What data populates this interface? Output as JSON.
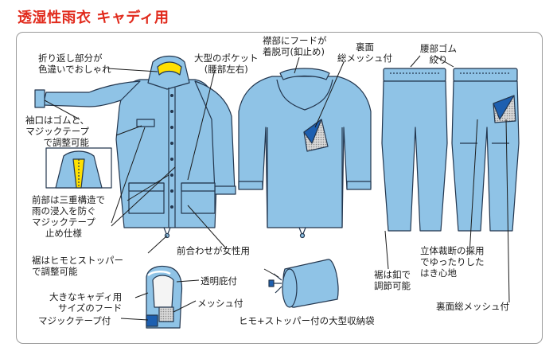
{
  "title": "透湿性雨衣 キャディ用",
  "labels": {
    "collar": "折り返し部分が\n色違いでおしゃれ",
    "pocket": "大型のポケット\n(腰部左右)",
    "hood_neck": "襟部にフードが\n着脱可(釦止め)",
    "back_mesh": "裏面\n総メッシュ付",
    "waist": "腰部ゴム\n絞り",
    "cuff": "袖口はゴムと、\nマジックテープ\nで調整可能",
    "front": "前部は三重構造で\n雨の浸入を防ぐ",
    "velcro_close": "マジックテープ\n止め仕様",
    "hem": "裾はヒモとストッパー\nで調整可能",
    "womens": "前合わせが女性用",
    "hem_button": "裾は釦で\n調節可能",
    "cut": "立体裁断の採用\nでゆったりした\nはき心地",
    "pants_mesh": "裏面総メッシュ付",
    "visor": "透明庇付",
    "big_hood": "大きなキャディ用\nサイズのフード",
    "mesh": "メッシュ付",
    "velcro": "マジックテープ付",
    "bag": "ヒモ+ストッパー付の大型収納袋"
  },
  "colors": {
    "title": "#e12a1c",
    "garment": "#8fc3e6",
    "outline": "#23364e",
    "accent": "#1d5fb0",
    "yellow": "#ffe000",
    "mesh": "#c9c9c9"
  }
}
